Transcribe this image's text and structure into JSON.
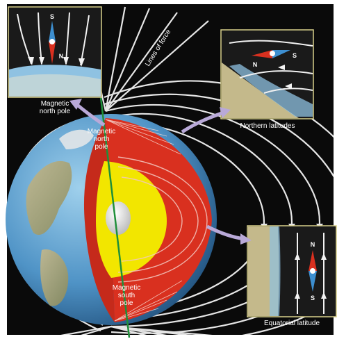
{
  "labels": {
    "lines_of_force": "Lines of force",
    "magnetic_north_pole_inset": [
      "Magnetic",
      "north pole"
    ],
    "magnetic_north_pole_core": [
      "Magnetic",
      "north",
      "pole"
    ],
    "magnetic_south_pole_core": [
      "Magnetic",
      "south",
      "pole"
    ],
    "northern_latitudes": "Northern latitudes",
    "equatorial_latitude": "Equatorial latitude"
  },
  "compasses": {
    "north_pole": {
      "top_letter": "S",
      "bottom_letter": "N"
    },
    "northern_latitudes": {
      "left_letter": "N",
      "right_letter": "S"
    },
    "equatorial": {
      "top_letter": "N",
      "bottom_letter": "S"
    }
  },
  "colors": {
    "background": "#0a0a0a",
    "field_lines": "#e8e8e8",
    "crust_mantle": "#d9301f",
    "outer_core": "#f2e600",
    "inner_core": "#f0f0f0",
    "inset_border": "#d8cf8a",
    "pointer_arrow": "#b9a9d8",
    "axis": "#1f8f3a"
  }
}
